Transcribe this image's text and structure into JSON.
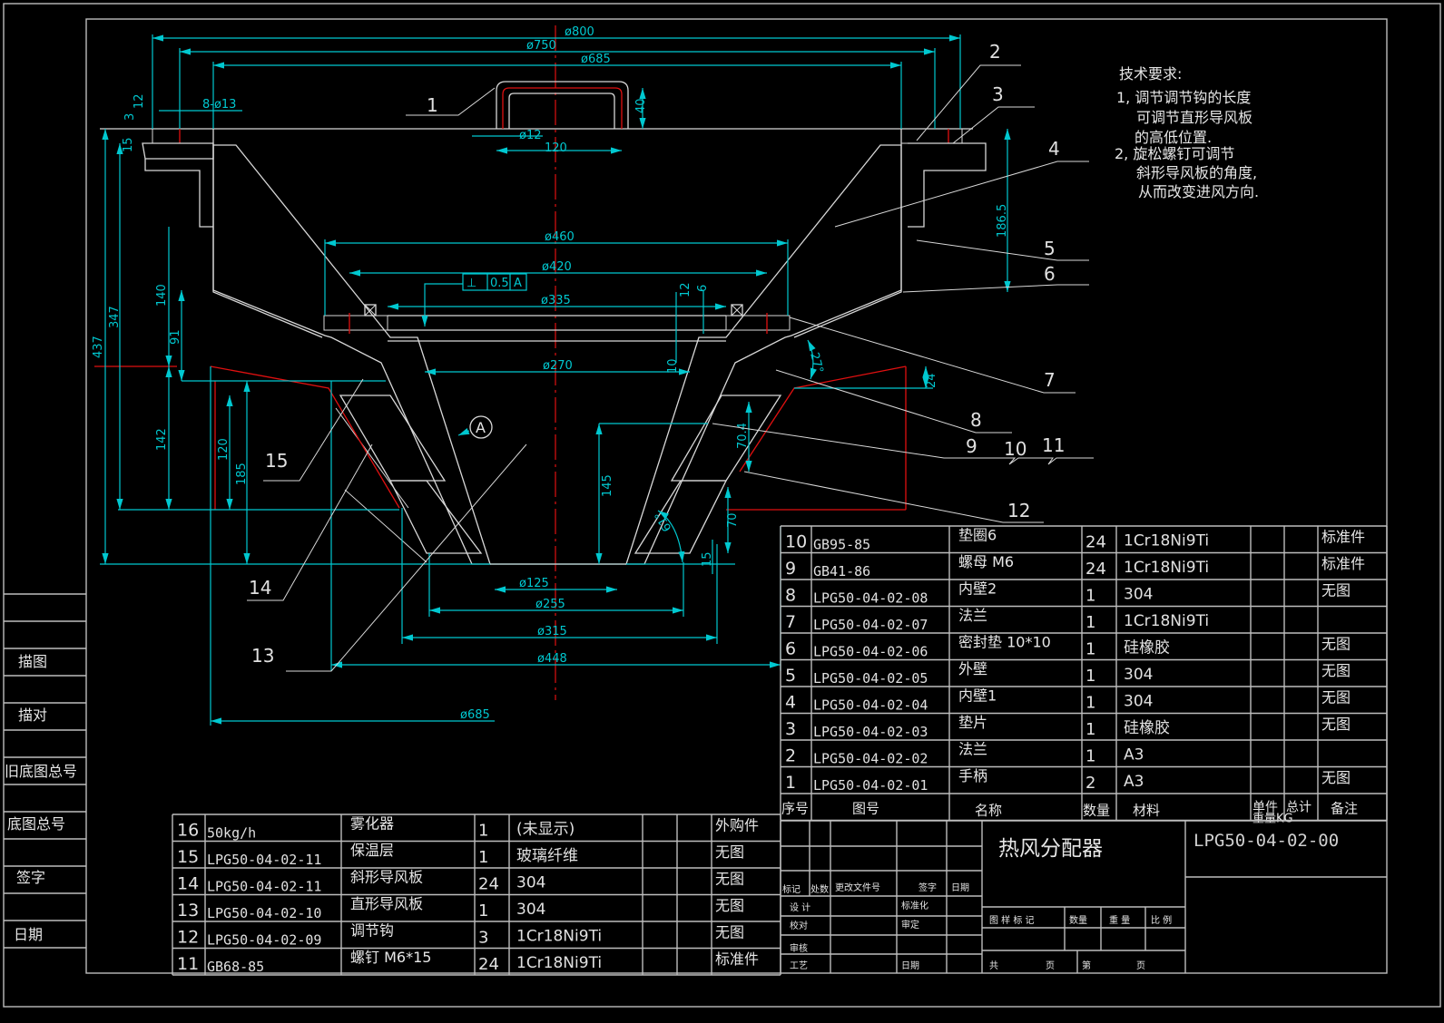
{
  "tech_requirements": {
    "title": "技术要求:",
    "lines": [
      "1, 调节调节钩的长度",
      "可调节直形导风板",
      "的高低位置.",
      "2, 旋松螺钉可调节",
      "斜形导风板的角度,",
      "从而改变进风方向."
    ]
  },
  "dimensions": {
    "d800": "ø800",
    "d750": "ø750",
    "d685_top": "ø685",
    "bolt": "8-ø13",
    "d12": "ø12",
    "w120": "120",
    "h40": "40",
    "d460": "ø460",
    "d420": "ø420",
    "d335": "ø335",
    "d270": "ø270",
    "d125": "ø125",
    "d255": "ø255",
    "d315": "ø315",
    "d448": "ø448",
    "d685_bot": "ø685",
    "v12": "12",
    "v3": "3",
    "v15": "15",
    "v437": "437",
    "v347": "347",
    "v140": "140",
    "v91": "91",
    "v142": "142",
    "v120": "120",
    "v185": "185",
    "v186_5": "186.5",
    "v12b": "12",
    "v6": "6",
    "v10": "10",
    "v24": "24",
    "v70_4": "70.4",
    "v145": "145",
    "v70": "70",
    "v15b": "15",
    "a27": "27°",
    "a61": "61°",
    "tol_symbol": "⊥",
    "tol_value": "0.5",
    "tol_datum": "A",
    "detail": "A"
  },
  "leaders": [
    "1",
    "2",
    "3",
    "4",
    "5",
    "6",
    "7",
    "8",
    "9",
    "10",
    "11",
    "12",
    "13",
    "14",
    "15"
  ],
  "side_panel": [
    "描图",
    "描对",
    "旧底图总号",
    "底图总号",
    "签字",
    "日期"
  ],
  "bom_upper": {
    "rows": [
      {
        "no": "10",
        "code": "GB95-85",
        "name": "垫圈6",
        "qty": "24",
        "mat": "1Cr18Ni9Ti",
        "note": "标准件"
      },
      {
        "no": "9",
        "code": "GB41-86",
        "name": "螺母  M6",
        "qty": "24",
        "mat": "1Cr18Ni9Ti",
        "note": "标准件"
      },
      {
        "no": "8",
        "code": "LPG50-04-02-08",
        "name": "内壁2",
        "qty": "1",
        "mat": "304",
        "note": "无图"
      },
      {
        "no": "7",
        "code": "LPG50-04-02-07",
        "name": "法兰",
        "qty": "1",
        "mat": "1Cr18Ni9Ti",
        "note": ""
      },
      {
        "no": "6",
        "code": "LPG50-04-02-06",
        "name": "密封垫 10*10",
        "qty": "1",
        "mat": "硅橡胶",
        "note": "无图"
      },
      {
        "no": "5",
        "code": "LPG50-04-02-05",
        "name": "外壁",
        "qty": "1",
        "mat": "304",
        "note": "无图"
      },
      {
        "no": "4",
        "code": "LPG50-04-02-04",
        "name": "内壁1",
        "qty": "1",
        "mat": "304",
        "note": "无图"
      },
      {
        "no": "3",
        "code": "LPG50-04-02-03",
        "name": "垫片",
        "qty": "1",
        "mat": "硅橡胶",
        "note": "无图"
      },
      {
        "no": "2",
        "code": "LPG50-04-02-02",
        "name": "法兰",
        "qty": "1",
        "mat": "A3",
        "note": ""
      },
      {
        "no": "1",
        "code": "LPG50-04-02-01",
        "name": "手柄",
        "qty": "2",
        "mat": "A3",
        "note": "无图"
      }
    ],
    "headers": {
      "no": "序号",
      "code": "图号",
      "name": "名称",
      "qty": "数量",
      "mat": "材料",
      "unit": "单件",
      "total": "总计",
      "weight": "重量KG",
      "note": "备注"
    }
  },
  "bom_lower": {
    "rows": [
      {
        "no": "16",
        "code": "50kg/h",
        "name": "雾化器",
        "qty": "1",
        "mat": "(未显示)",
        "note": "外购件"
      },
      {
        "no": "15",
        "code": "LPG50-04-02-11",
        "name": "保温层",
        "qty": "1",
        "mat": "玻璃纤维",
        "note": "无图"
      },
      {
        "no": "14",
        "code": "LPG50-04-02-11",
        "name": "斜形导风板",
        "qty": "24",
        "mat": "304",
        "note": "无图"
      },
      {
        "no": "13",
        "code": "LPG50-04-02-10",
        "name": "直形导风板",
        "qty": "1",
        "mat": "304",
        "note": "无图"
      },
      {
        "no": "12",
        "code": "LPG50-04-02-09",
        "name": "调节钩",
        "qty": "3",
        "mat": "1Cr18Ni9Ti",
        "note": "无图"
      },
      {
        "no": "11",
        "code": "GB68-85",
        "name": "螺钉  M6*15",
        "qty": "24",
        "mat": "1Cr18Ni9Ti",
        "note": "标准件"
      }
    ]
  },
  "title_block": {
    "drawing_title": "热风分配器",
    "drawing_number": "LPG50-04-02-00",
    "revision_labels": [
      "标记",
      "处数",
      "更改文件号",
      "签字",
      "日期"
    ],
    "role_labels": [
      "设  计",
      "校对",
      "审核",
      "工艺"
    ],
    "role_labels_right": [
      "标准化",
      "审定",
      "日期"
    ],
    "props": [
      "图 样 标 记",
      "数量",
      "重 量",
      "比 例"
    ],
    "pages": [
      "共",
      "页",
      "第",
      "页"
    ]
  }
}
